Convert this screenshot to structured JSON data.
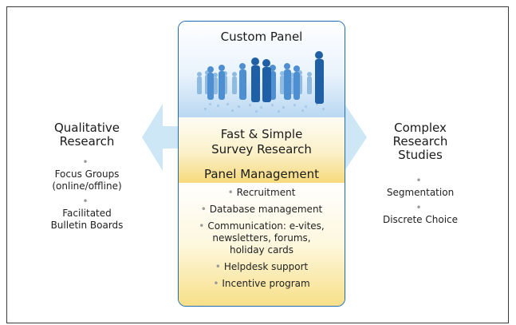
{
  "center": {
    "top_title": "Custom Panel",
    "mid_title_lines": [
      "Fast & Simple",
      "Survey Research"
    ],
    "bottom_title": "Panel Management",
    "bottom_items": [
      [
        "Recruitment"
      ],
      [
        "Database management"
      ],
      [
        "Communication: e-vites,",
        "newsletters, forums,",
        "holiday cards"
      ],
      [
        "Helpdesk support"
      ],
      [
        "Incentive program"
      ]
    ]
  },
  "left": {
    "title_lines": [
      "Qualitative",
      "Research"
    ],
    "items": [
      [
        "Focus Groups",
        "(online/offline)"
      ],
      [
        "Facilitated",
        "Bulletin Boards"
      ]
    ]
  },
  "right": {
    "title_lines": [
      "Complex",
      "Research",
      "Studies"
    ],
    "items": [
      [
        "Segmentation"
      ],
      [
        "Discrete Choice"
      ]
    ]
  },
  "colors": {
    "arrow": "#cde7f7",
    "center_border": "#1e6bb8",
    "bullet": "#999999",
    "people": "#2a6fb8"
  },
  "icons": {
    "people_illustration": "business-people-crowd-image",
    "bullet": "bullet-dot-icon"
  }
}
